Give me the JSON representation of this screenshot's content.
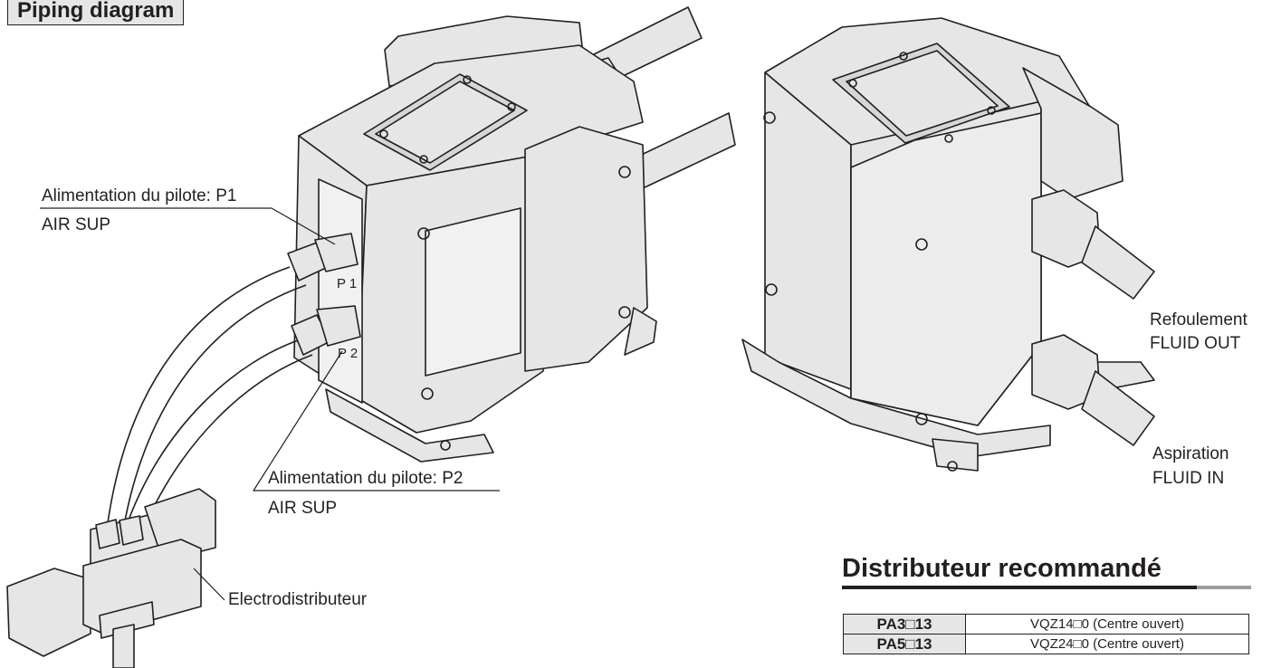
{
  "header": {
    "title": "Piping diagram"
  },
  "labels": {
    "p1_line1": "Alimentation du pilote: P1",
    "p1_line2": "AIR SUP",
    "p2_line1": "Alimentation du pilote: P2",
    "p2_line2": "AIR SUP",
    "valve": "Electrodistributeur",
    "out_line1": "Refoulement",
    "out_line2": "FLUID OUT",
    "in_line1": "Aspiration",
    "in_line2": "FLUID IN"
  },
  "port_marks": [
    "P 1",
    "P 2"
  ],
  "recommend": {
    "title": "Distributeur recommandé",
    "rows": [
      {
        "model": "PA3□13",
        "valve": "VQZ14□0 (Centre ouvert)"
      },
      {
        "model": "PA5□13",
        "valve": "VQZ24□0 (Centre ouvert)"
      }
    ]
  },
  "colors": {
    "body": "#e6e6e6",
    "line": "#231f20",
    "accent_gray": "#9d9d9d"
  }
}
